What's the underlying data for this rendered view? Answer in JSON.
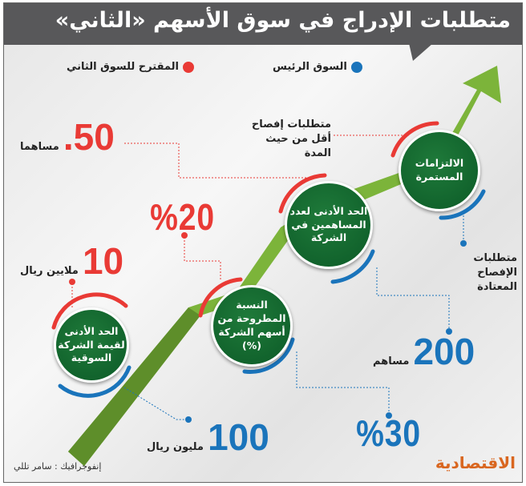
{
  "title": "متطلبات الإدراج في سوق الأسهم «الثاني»",
  "legend": {
    "main": {
      "label": "السوق الرئيس",
      "color": "#1a74bb"
    },
    "proposed": {
      "label": "المقترح للسوق الثاني",
      "color": "#e93a35"
    }
  },
  "steps": [
    {
      "label": "الحد الأدنى لقيمة الشركة السوقية",
      "main_value": "100",
      "main_unit": "مليون ريال",
      "proposed_value": "10",
      "proposed_unit": "ملايين ريال"
    },
    {
      "label": "النسبة المطروحة من أسهم الشركة (%)",
      "main_value": "%30",
      "proposed_value": "%20"
    },
    {
      "label": "الحد الأدنى لعدد المساهمين في الشركة",
      "main_value": "200",
      "main_unit": "مساهم",
      "proposed_value": "50.",
      "proposed_unit": "مساهما"
    },
    {
      "label": "الالتزامات المستمرة",
      "main_text": "متطلبات الإفصاح المعتادة",
      "proposed_text": "متطلبات إفصاح أقل من حيث المدة"
    }
  ],
  "credit": "إنفوجرافيك : سامر تللي",
  "logo": "الاقتصادية"
}
